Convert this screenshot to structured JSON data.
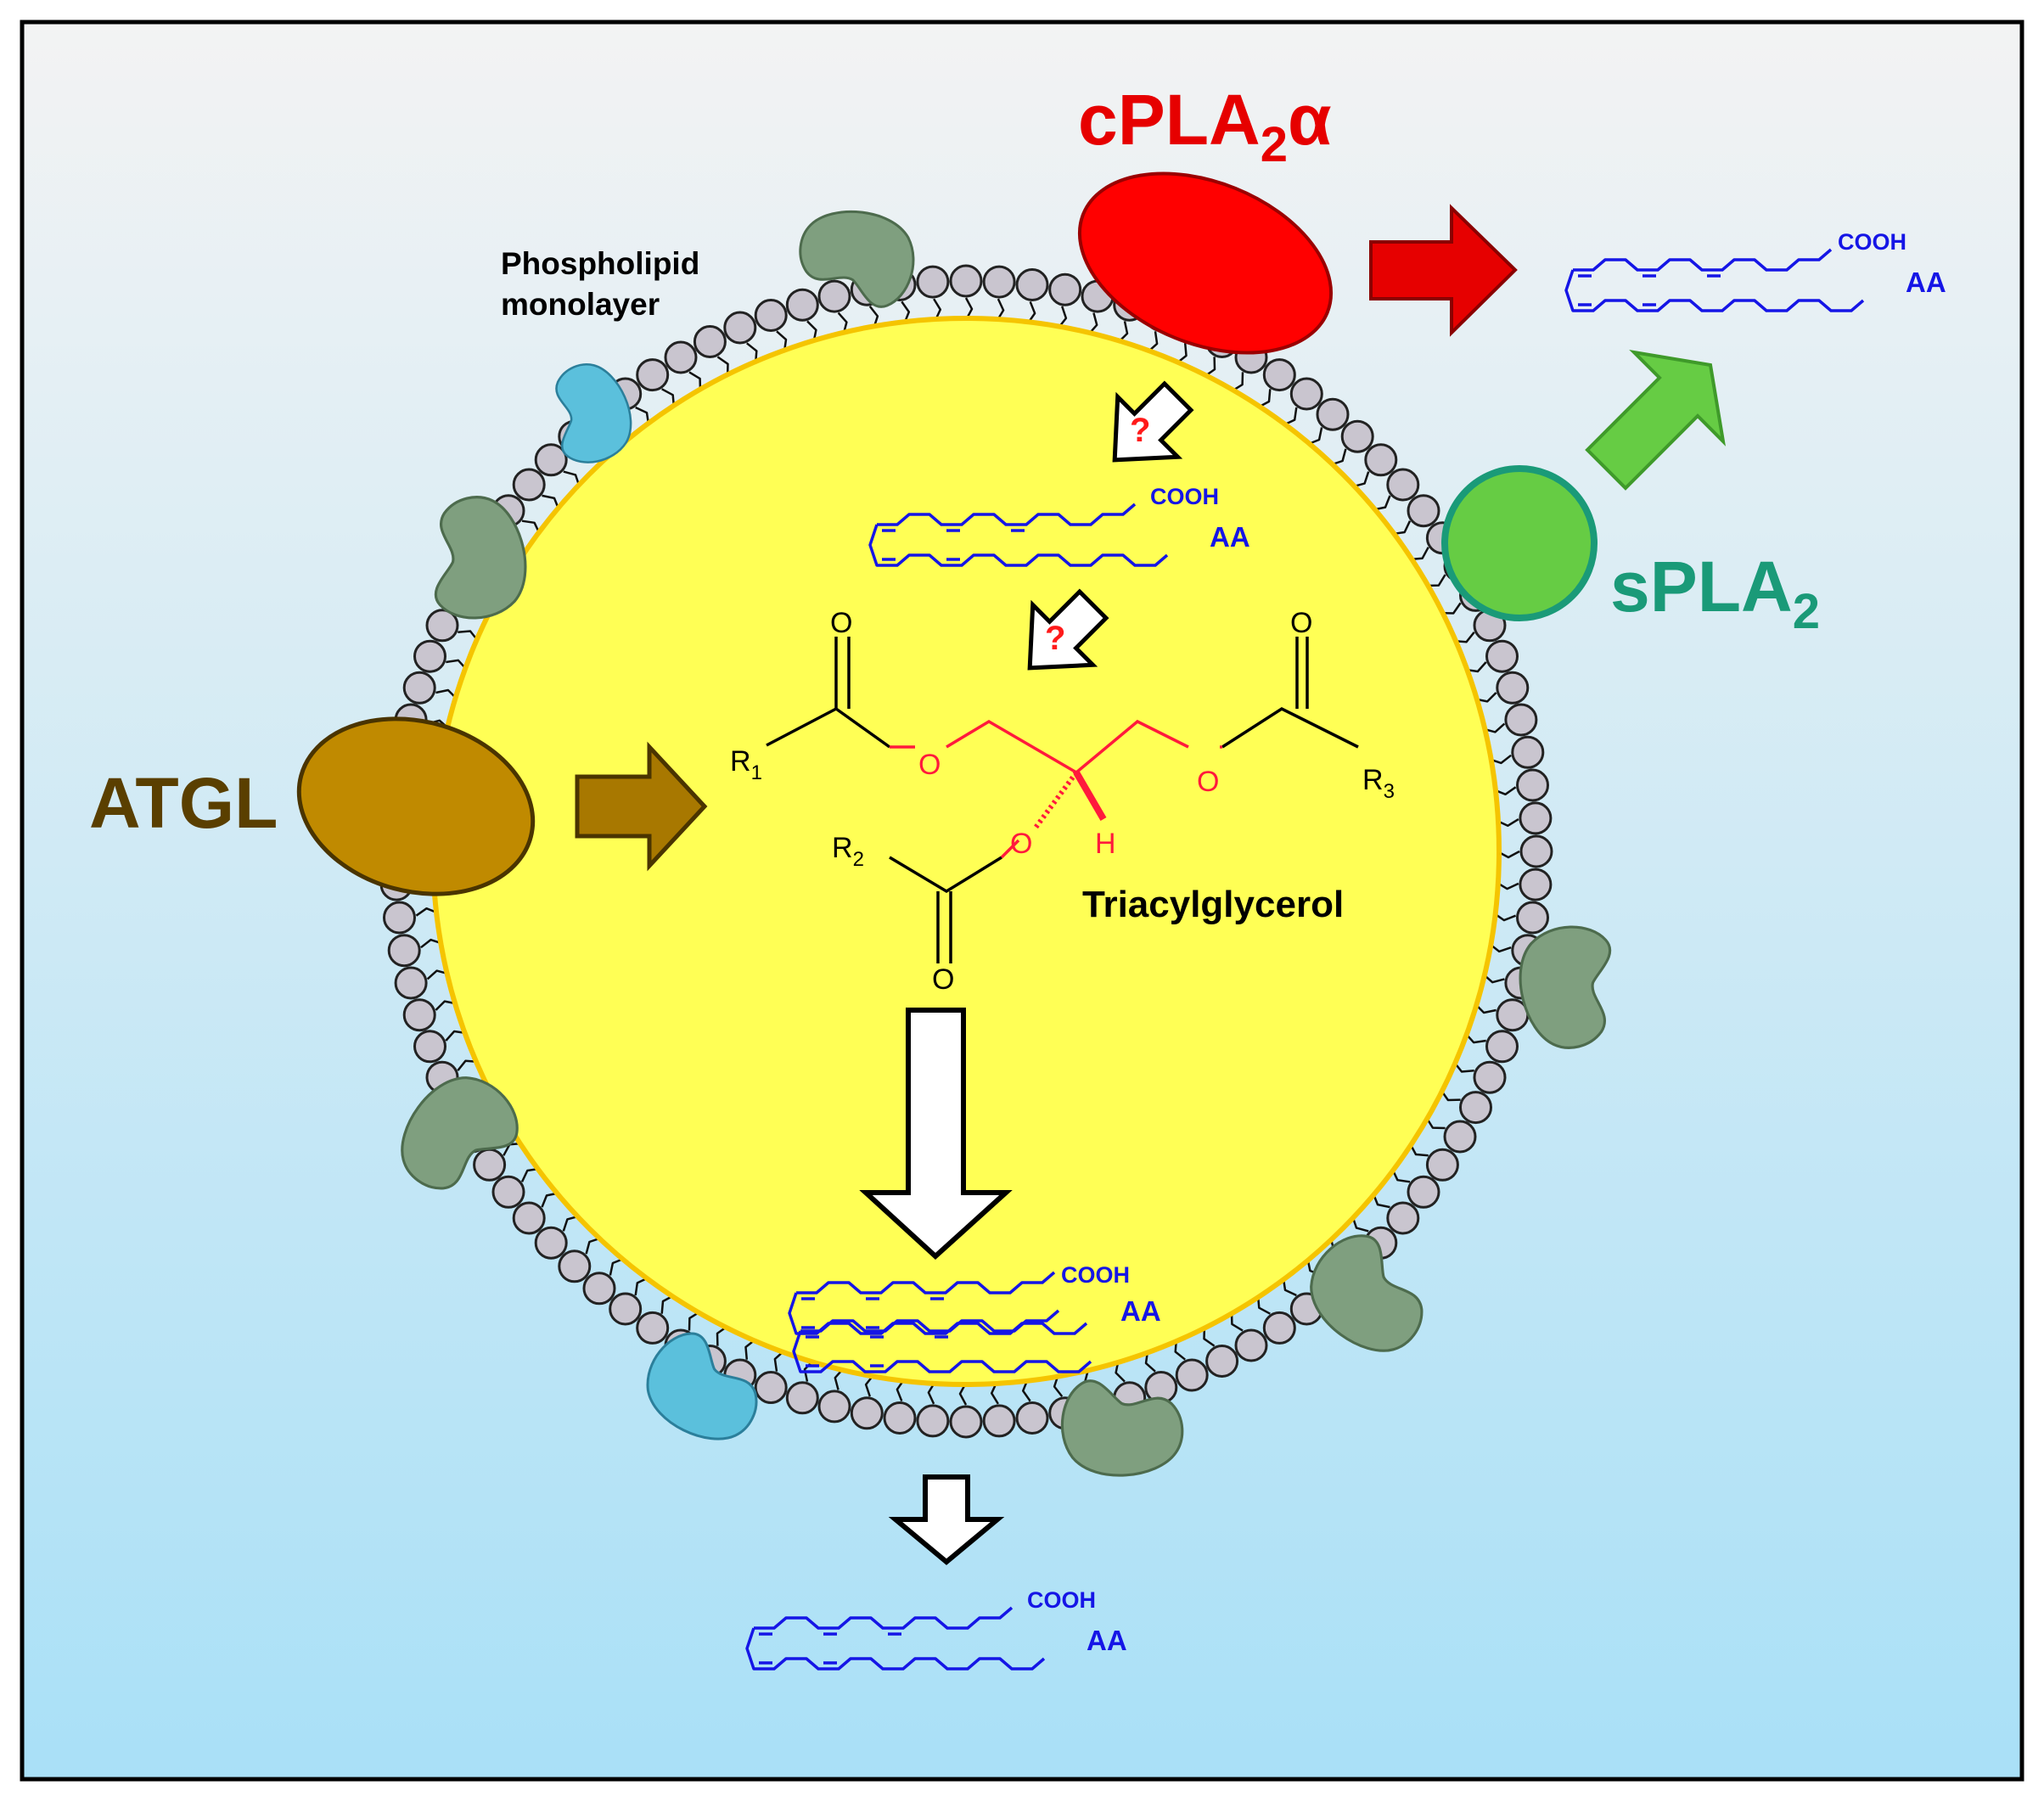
{
  "labels": {
    "cpla2_main": "cPLA",
    "cpla2_sub": "2",
    "cpla2_greek": "α",
    "spla2_main": "sPLA",
    "spla2_sub": "2",
    "atgl": "ATGL",
    "phospholipid_line1": "Phospholipid",
    "phospholipid_line2": "monolayer",
    "triacylglycerol": "Triacylglycerol",
    "question_mark": "?"
  },
  "aa_molecule": {
    "cooh": "COOH",
    "abbrev": "AA"
  },
  "tag_atoms": {
    "R1": "R",
    "R1_sub": "1",
    "R2": "R",
    "R2_sub": "2",
    "R3": "R",
    "R3_sub": "3",
    "O": "O",
    "H": "H"
  },
  "colors": {
    "background_top": "#f3f3f3",
    "background_bottom": "#a9e0f7",
    "droplet_core": "#ffff55",
    "droplet_rim": "#f5c400",
    "phospholipid_head": "#c9c5cf",
    "cpla2": "#ff0000",
    "cpla2_arrow": "#e60000",
    "spla2": "#66cc44",
    "spla2_text": "#1a9a78",
    "atgl": "#c08a00",
    "atgl_text": "#5a3f00",
    "aa_blue": "#1515e6",
    "glycerol_red": "#ff1a3c",
    "perilipin_green": "#7f9f7f",
    "perilipin_blue": "#5bc0dc"
  }
}
